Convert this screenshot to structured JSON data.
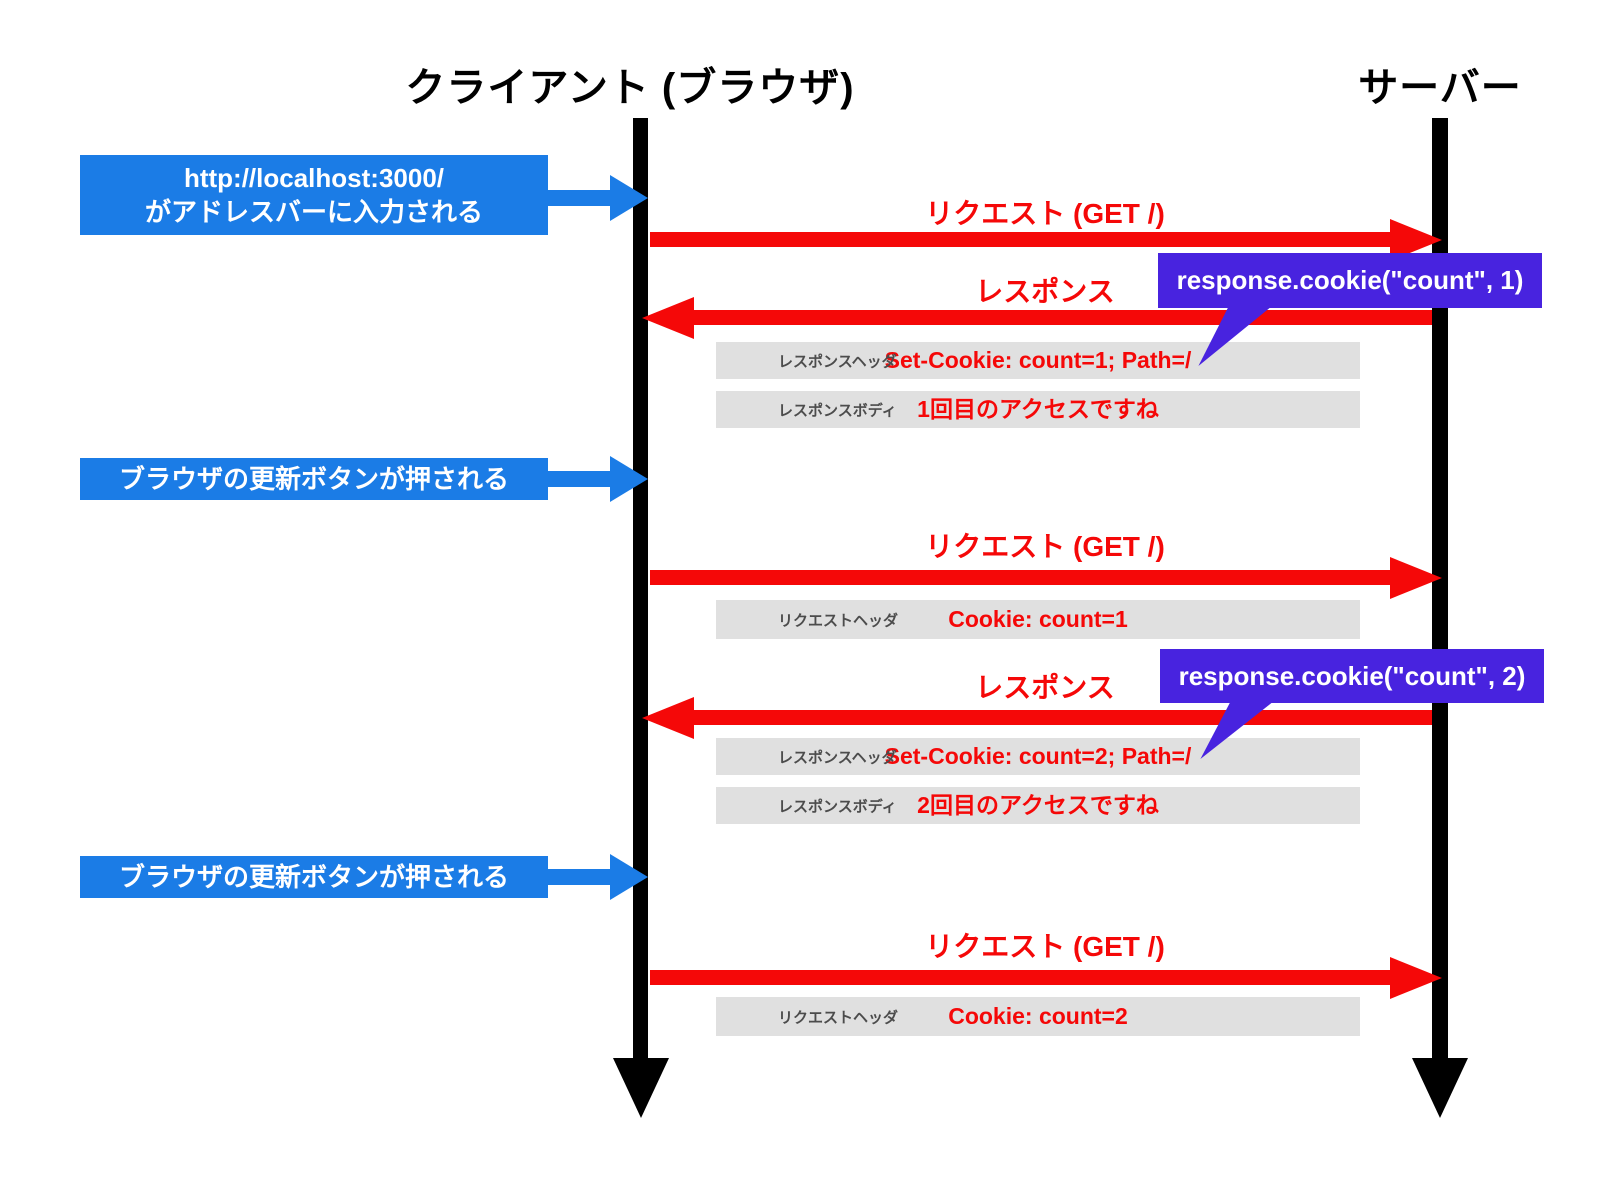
{
  "titles": {
    "client": "クライアント (ブラウザ)",
    "server": "サーバー"
  },
  "actions": {
    "a1_line1": "http://localhost:3000/",
    "a1_line2": "がアドレスバーに入力される",
    "a2": "ブラウザの更新ボタンが押される",
    "a3": "ブラウザの更新ボタンが押される"
  },
  "arrows": {
    "request1": "リクエスト (GET /)",
    "response1": "レスポンス",
    "request2": "リクエスト (GET /)",
    "response2": "レスポンス",
    "request3": "リクエスト (GET /)"
  },
  "callouts": {
    "c1": "response.cookie(\"count\", 1)",
    "c2": "response.cookie(\"count\", 2)"
  },
  "detail_rows": [
    {
      "label": "レスポンスヘッダ",
      "value": "Set-Cookie: count=1; Path=/"
    },
    {
      "label": "レスポンスボディ",
      "value": "1回目のアクセスですね"
    },
    {
      "label": "リクエストヘッダ",
      "value": "Cookie: count=1"
    },
    {
      "label": "レスポンスヘッダ",
      "value": "Set-Cookie: count=2; Path=/"
    },
    {
      "label": "レスポンスボディ",
      "value": "2回目のアクセスですね"
    },
    {
      "label": "リクエストヘッダ",
      "value": "Cookie: count=2"
    }
  ],
  "colors": {
    "blue": "#1b7ce6",
    "purple": "#4823df",
    "red": "#f50808",
    "gray": "#e0e0e0",
    "black": "#000000"
  }
}
